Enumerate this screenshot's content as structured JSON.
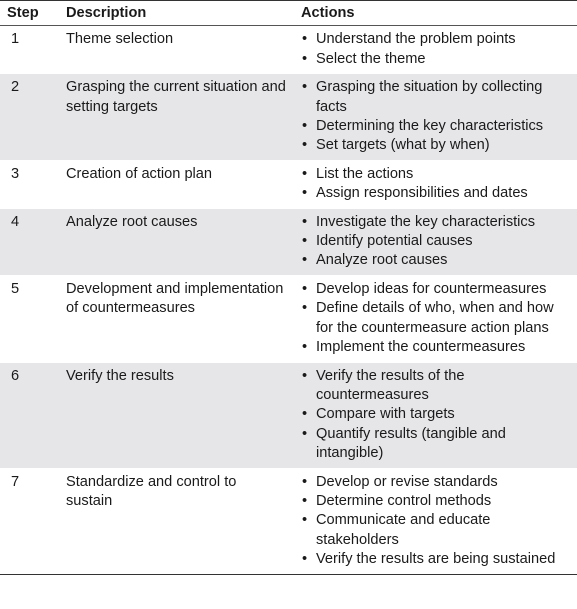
{
  "table": {
    "headers": {
      "step": "Step",
      "description": "Description",
      "actions": "Actions"
    },
    "rows": [
      {
        "step": "1",
        "description": "Theme selection",
        "actions": [
          "Understand the problem points",
          "Select the theme"
        ]
      },
      {
        "step": "2",
        "description": "Grasping the current situation and setting targets",
        "actions": [
          "Grasping the situation by collecting facts",
          "Determining the key characteristics",
          "Set targets (what by when)"
        ]
      },
      {
        "step": "3",
        "description": "Creation of action plan",
        "actions": [
          "List the actions",
          "Assign responsibilities and dates"
        ]
      },
      {
        "step": "4",
        "description": "Analyze root causes",
        "actions": [
          "Investigate the key characteristics",
          "Identify potential causes",
          "Analyze root causes"
        ]
      },
      {
        "step": "5",
        "description": "Development and implementation of countermeasures",
        "actions": [
          "Develop ideas for countermeasures",
          "Define details of who, when and how for the countermeasure action plans",
          "Implement the countermeasures"
        ]
      },
      {
        "step": "6",
        "description": "Verify the results",
        "actions": [
          "Verify the results of the countermeasures",
          "Compare with targets",
          "Quantify results (tangible and intangible)"
        ]
      },
      {
        "step": "7",
        "description": "Standardize and control to sustain",
        "actions": [
          "Develop or revise standards",
          "Determine control methods",
          "Communicate and educate stakeholders",
          "Verify the results are being sustained"
        ]
      }
    ]
  }
}
